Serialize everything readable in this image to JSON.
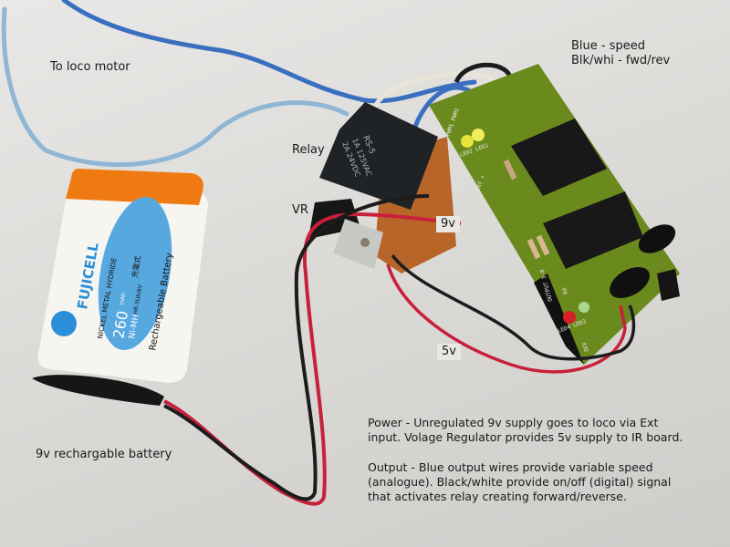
{
  "labels": {
    "to_loco_motor": "To loco motor",
    "relay": "Relay",
    "vr": "VR",
    "nine_v": "9v",
    "five_v": "5v",
    "battery": "9v rechargable battery",
    "legend_line1": "Blue - speed",
    "legend_line2": "Blk/whi - fwd/rev"
  },
  "notes": {
    "power_line1": "Power - Unregulated 9v supply goes to loco via Ext",
    "power_line2": "input. Volage Regulator provides 5v supply to IR board.",
    "output_line1": "Output - Blue output wires provide variable speed",
    "output_line2": "(analogue). Black/white provide on/off (digital) signal",
    "output_line3": "that activates relay creating forward/reverse."
  },
  "battery_print": {
    "brand": "FUJICELL",
    "chemistry": "NICKEL METAL HYDRIDE",
    "capacity": "260",
    "unit": "mAh",
    "type": "Ni-MH",
    "model": "HR-3UA/9V",
    "jp": "充電式",
    "rechargeable": "Rechargeable Battery"
  },
  "relay_print": {
    "model": "RS-5",
    "rating1": "1A 125VAC",
    "rating2": "2A 24VDC"
  },
  "board_print": {
    "led12": "LED2 LED1",
    "pwm": "PWM1 PWM2",
    "ext": "EXT +",
    "output": "OUTPUT 3-8",
    "led34": "LED4 LED3",
    "rx": "RX",
    "off": "OFF"
  },
  "colors": {
    "blue_wire": "#3a6fc0",
    "light_blue_wire": "#8fb6d4",
    "red_wire": "#c8203a",
    "black_wire": "#1c1c1c",
    "white_wire": "#e8e4d8",
    "pcb_green": "#6b8a1e",
    "stripboard": "#b8652a",
    "battery_orange": "#f07a12",
    "battery_white": "#f6f5f0"
  }
}
